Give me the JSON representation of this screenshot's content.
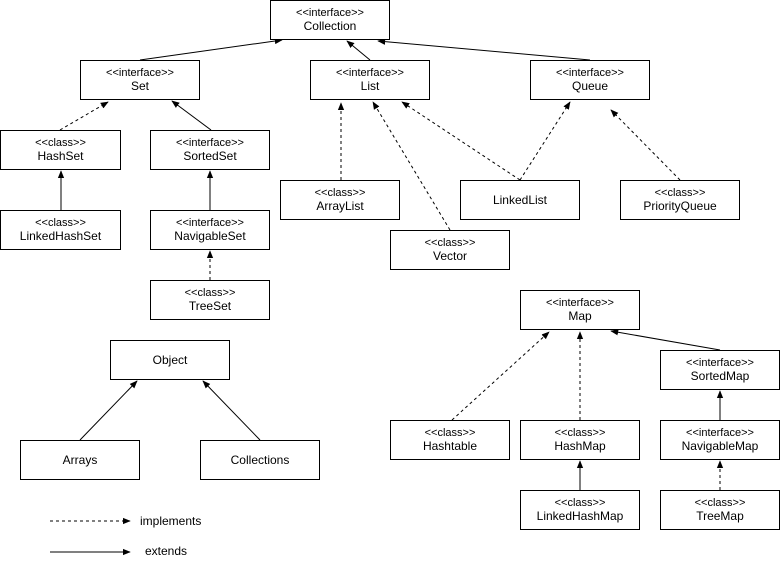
{
  "nodes": {
    "collection": {
      "stereotype": "<<interface>>",
      "name": "Collection"
    },
    "set": {
      "stereotype": "<<interface>>",
      "name": "Set"
    },
    "list": {
      "stereotype": "<<interface>>",
      "name": "List"
    },
    "queue": {
      "stereotype": "<<interface>>",
      "name": "Queue"
    },
    "hashset": {
      "stereotype": "<<class>>",
      "name": "HashSet"
    },
    "sortedset": {
      "stereotype": "<<interface>>",
      "name": "SortedSet"
    },
    "linkedhashset": {
      "stereotype": "<<class>>",
      "name": "LinkedHashSet"
    },
    "navigableset": {
      "stereotype": "<<interface>>",
      "name": "NavigableSet"
    },
    "treeset": {
      "stereotype": "<<class>>",
      "name": "TreeSet"
    },
    "arraylist": {
      "stereotype": "<<class>>",
      "name": "ArrayList"
    },
    "vector": {
      "stereotype": "<<class>>",
      "name": "Vector"
    },
    "linkedlist": {
      "stereotype": "",
      "name": "LinkedList"
    },
    "priorityqueue": {
      "stereotype": "<<class>>",
      "name": "PriorityQueue"
    },
    "object": {
      "stereotype": "",
      "name": "Object"
    },
    "arrays": {
      "stereotype": "",
      "name": "Arrays"
    },
    "collections": {
      "stereotype": "",
      "name": "Collections"
    },
    "map": {
      "stereotype": "<<interface>>",
      "name": "Map"
    },
    "sortedmap": {
      "stereotype": "<<interface>>",
      "name": "SortedMap"
    },
    "hashtable": {
      "stereotype": "<<class>>",
      "name": "Hashtable"
    },
    "hashmap": {
      "stereotype": "<<class>>",
      "name": "HashMap"
    },
    "navigablemap": {
      "stereotype": "<<interface>>",
      "name": "NavigableMap"
    },
    "linkedhashmap": {
      "stereotype": "<<class>>",
      "name": "LinkedHashMap"
    },
    "treemap": {
      "stereotype": "<<class>>",
      "name": "TreeMap"
    }
  },
  "legend": {
    "implements": "implements",
    "extends": "extends"
  }
}
